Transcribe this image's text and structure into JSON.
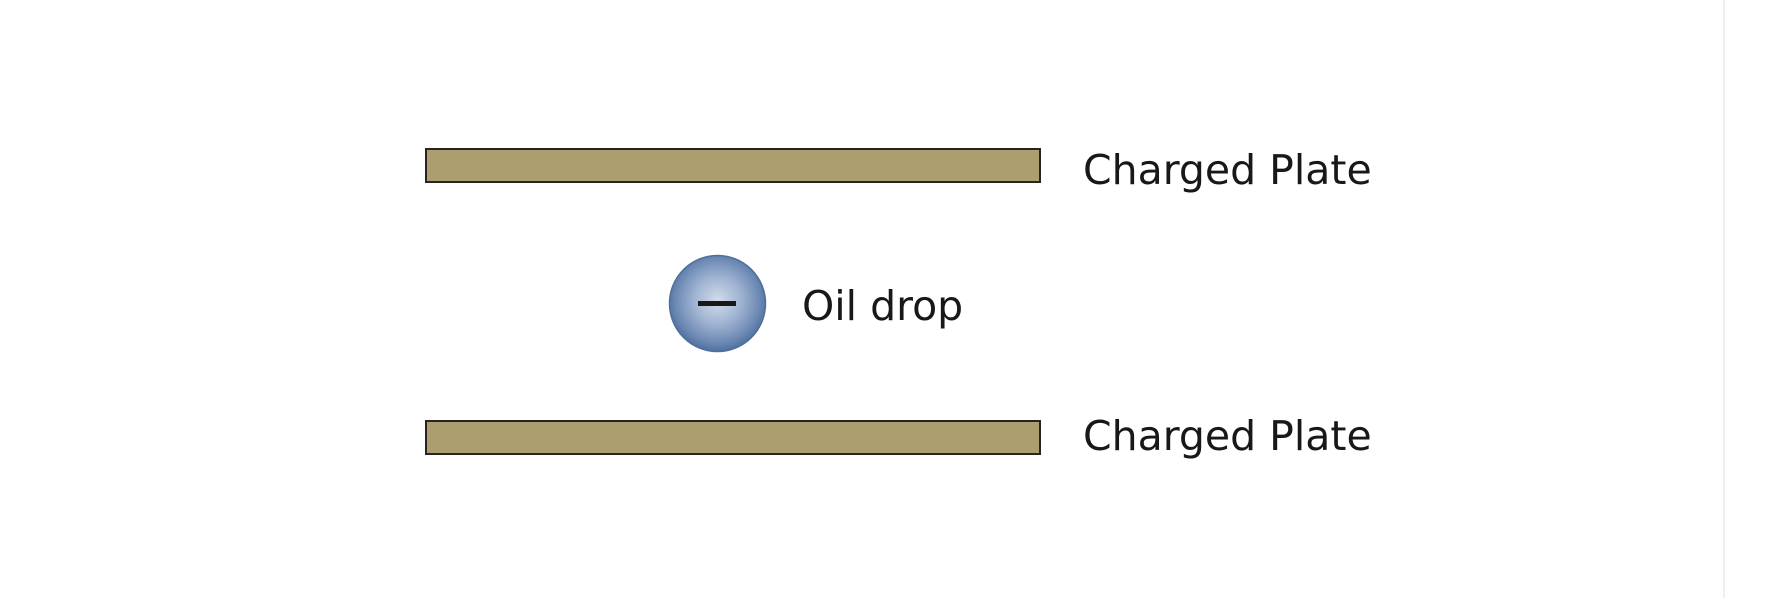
{
  "diagram": {
    "top_plate": {
      "label": "Charged Plate"
    },
    "bottom_plate": {
      "label": "Charged Plate"
    },
    "oil_drop": {
      "label": "Oil drop",
      "charge_symbol": "minus-sign-icon"
    },
    "colors": {
      "plate_fill": "#ad9e6f",
      "plate_border": "#2a2420",
      "drop_light": "#d2dceb",
      "drop_mid": "#7c98be",
      "drop_dark": "#4a6a98",
      "text": "#1a1717"
    }
  }
}
